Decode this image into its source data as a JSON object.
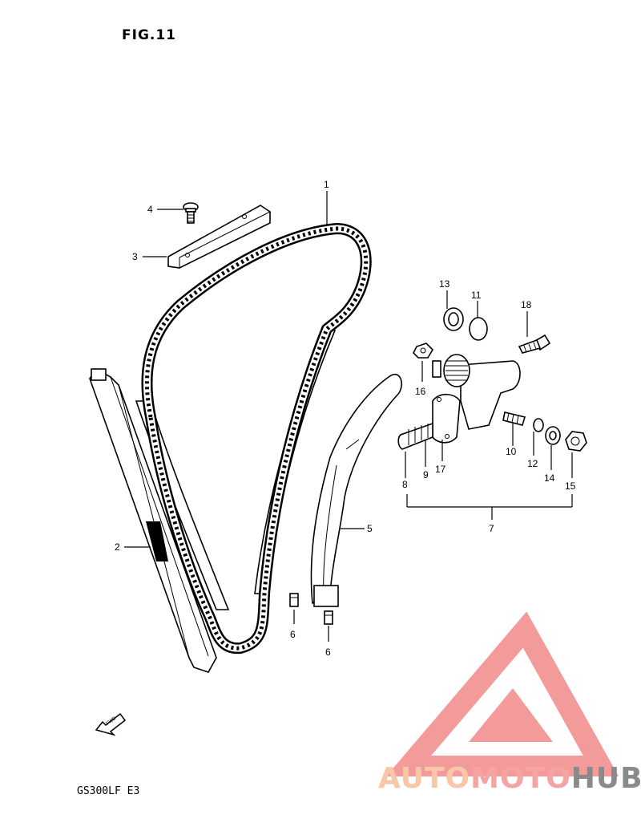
{
  "figure": {
    "title": "FIG.11",
    "model": "GS300LF  E3"
  },
  "watermark": {
    "part1": "AUTO",
    "part2": "MOTO",
    "part3": "HUB",
    "color": "#f07a7a"
  },
  "fwd_label": "FWD",
  "callouts": [
    {
      "key": "1",
      "label": "1"
    },
    {
      "key": "2",
      "label": "2"
    },
    {
      "key": "3",
      "label": "3"
    },
    {
      "key": "4",
      "label": "4"
    },
    {
      "key": "5",
      "label": "5"
    },
    {
      "key": "6a",
      "label": "6"
    },
    {
      "key": "6b",
      "label": "6"
    },
    {
      "key": "7",
      "label": "7"
    },
    {
      "key": "8",
      "label": "8"
    },
    {
      "key": "9",
      "label": "9"
    },
    {
      "key": "10",
      "label": "10"
    },
    {
      "key": "11",
      "label": "11"
    },
    {
      "key": "12",
      "label": "12"
    },
    {
      "key": "13",
      "label": "13"
    },
    {
      "key": "14",
      "label": "14"
    },
    {
      "key": "15",
      "label": "15"
    },
    {
      "key": "16",
      "label": "16"
    },
    {
      "key": "17",
      "label": "17"
    },
    {
      "key": "18",
      "label": "18"
    }
  ]
}
